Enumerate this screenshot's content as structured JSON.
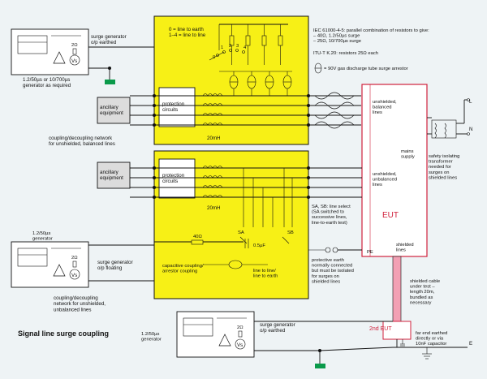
{
  "top": {
    "gen_label": "surge generator\no/p earthed",
    "gen_desc": "1.2/50µs or 10/700µs\ngenerator as required",
    "ancillary": "ancillary\nequipment",
    "protection": "protection\ncircuits",
    "switch_labels": "0 = line to earth\n1–4 = line to line",
    "sw0": "0",
    "sw1": "1",
    "sw2": "2",
    "sw3": "3",
    "sw4": "4",
    "inductor": "20mH",
    "network_caption": "coupling/decoupling network\nfor unshielded, balanced lines"
  },
  "notes": {
    "iec": "IEC 61000-4-5: parallel combination of resistors to give:\n– 40Ω, 1.2/50µs surge\n– 25Ω, 10/700µs surge",
    "itu": "ITU-T K.20: resistors 25Ω each",
    "gas": "= 90V gas discharge tube surge arrestor"
  },
  "eut": {
    "label": "EUT",
    "balanced": "unshielded,\nbalanced\nlines",
    "unbalanced": "unshielded,\nunbalanced\nlines",
    "mains": "mains\nsupply",
    "pe": "PE",
    "shielded": "shielded\nlines"
  },
  "mains_side": {
    "L": "L",
    "N": "N",
    "E": "E",
    "transformer_note": "safety isolating\ntransformer\nneeded for\nsurges on\nshielded lines"
  },
  "bottom": {
    "ancillary": "ancillary\nequipment",
    "protection": "protection\ncircuits",
    "inductor": "20mH",
    "sa": "SA",
    "sb": "SB",
    "resistor": "40Ω",
    "capacitor": "0.5µF",
    "cap_arrestor": "capacitive coupling/\narrestor coupling",
    "line_to_line": "line to line/\nline to earth",
    "sa_sb_note": "SA, SB: line select\n(SA switched to\nsuccessive lines,\nline-to-earth test)",
    "gen_rating": "1.2/50µs\ngenerator",
    "gen_label": "surge generator\no/p floating",
    "network_caption": "coupling/decoupling\nnetwork for unshielded,\nunbalanced lines",
    "protective_earth": "protective earth\nnormally connected\nbut must be isolated\nfor surges on\nshielded lines"
  },
  "shielded": {
    "cable_note": "shielded cable\nunder test –\nlength 20m,\nbundled as\nnecessary",
    "eut2": "2nd EUT",
    "far_end": "far end earthed\ndirectly or via\n10nF capacitor",
    "gen_label": "surge generator\no/p earthed",
    "gen_rating": "1.2/50µs\ngenerator",
    "r2": "2Ω"
  },
  "caption": "Signal line surge coupling",
  "generators": {
    "r_label": "2Ω",
    "vs": "Vs"
  },
  "colors": {
    "yellow": "#f7f016",
    "eut_red": "#d0213c",
    "pink_cable": "#f2a0b4",
    "ground_green": "#0a9a4a"
  }
}
